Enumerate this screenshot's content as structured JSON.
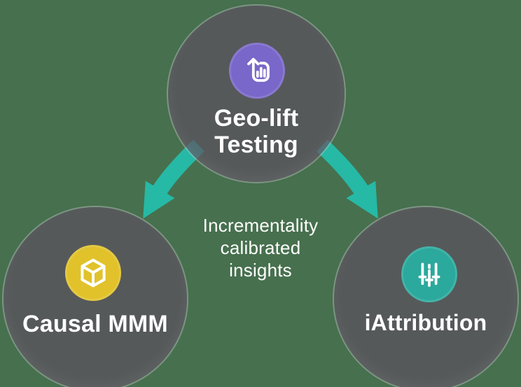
{
  "diagram": {
    "background_color": "#47704E",
    "arrow_color": "#26B9A5",
    "node_fill_color": "#57595A",
    "text_color": "#FFFFFF",
    "center_text": {
      "line1": "Incrementality",
      "line2": "calibrated",
      "line3": "insights"
    },
    "nodes": {
      "top": {
        "label_line1": "Geo-lift",
        "label_line2": "Testing",
        "icon": "bar-chart-up-icon",
        "icon_bg_color": "#7967C9"
      },
      "left": {
        "label": "Causal MMM",
        "icon": "cube-icon",
        "icon_bg_color": "#E1C22B"
      },
      "right": {
        "label": "iAttribution",
        "icon": "sliders-icon",
        "icon_bg_color": "#2AA99C"
      }
    },
    "connections": [
      {
        "from": "Geo-lift Testing",
        "to": "Causal MMM"
      },
      {
        "from": "Geo-lift Testing",
        "to": "iAttribution"
      }
    ]
  }
}
